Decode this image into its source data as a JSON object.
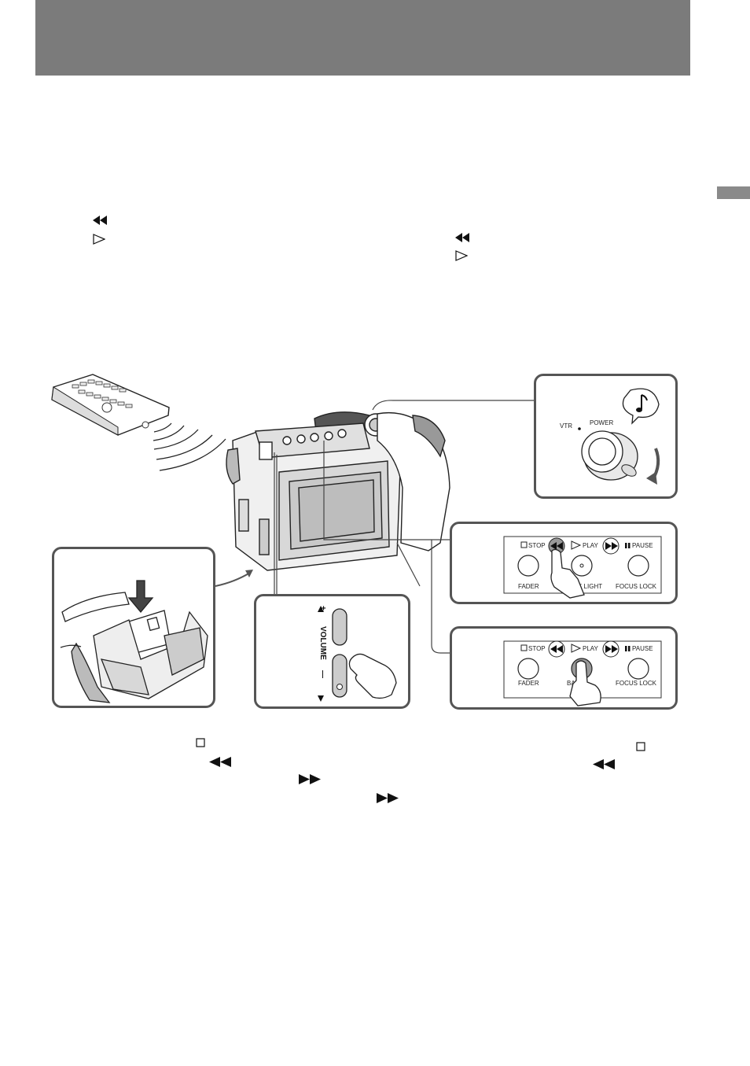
{
  "header": {
    "band_color": "#7b7b7b"
  },
  "side_tab": {
    "color": "#8a8a8a"
  },
  "symbols": {
    "rewind": "◀◀",
    "play": "▷",
    "fast_forward": "▶▶",
    "stop": "□"
  },
  "panels": {
    "power": {
      "vtr": "VTR",
      "power": "POWER"
    },
    "buttons_a": {
      "stop": "STOP",
      "play": "PLAY",
      "pause": "PAUSE",
      "fader": "FADER",
      "back_light": "K LIGHT",
      "focus_lock": "FOCUS LOCK"
    },
    "buttons_b": {
      "stop": "STOP",
      "play": "PLAY",
      "pause": "PAUSE",
      "fader": "FADER",
      "back_light": "BAC",
      "focus_lock": "FOCUS LOCK"
    },
    "volume": {
      "label": "VOLUME",
      "plus": "+",
      "minus": "—"
    }
  }
}
